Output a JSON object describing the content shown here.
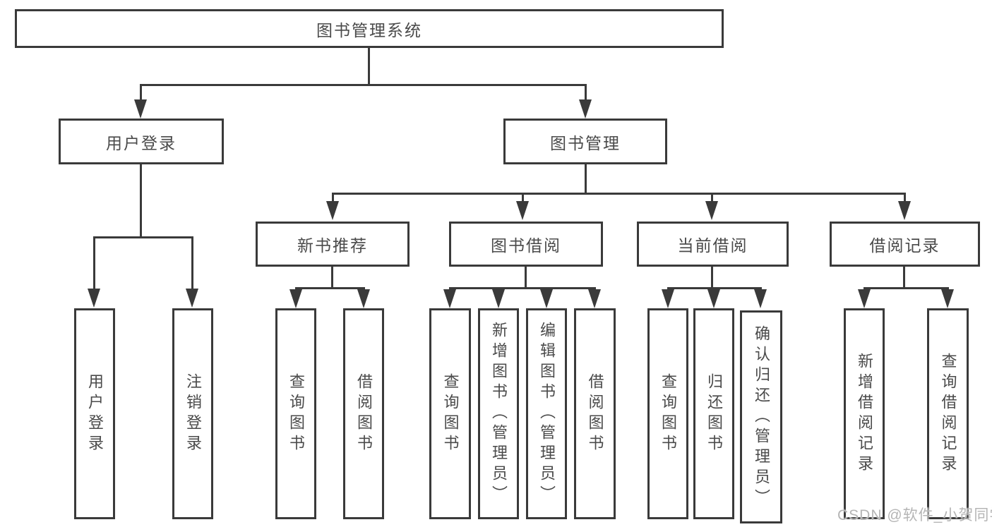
{
  "nodes": {
    "root": {
      "label": "图书管理系统"
    },
    "user_login": {
      "label": "用户登录"
    },
    "book_mgmt": {
      "label": "图书管理"
    },
    "new_book_rec": {
      "label": "新书推荐"
    },
    "book_borrow": {
      "label": "图书借阅"
    },
    "current_borrow": {
      "label": "当前借阅"
    },
    "borrow_records": {
      "label": "借阅记录"
    },
    "leaf_user_login": {
      "label": "用户登录"
    },
    "leaf_logout": {
      "label": "注销登录"
    },
    "leaf_query_book_1": {
      "label": "查询图书"
    },
    "leaf_borrow_book_1": {
      "label": "借阅图书"
    },
    "leaf_query_book_2": {
      "label": "查询图书"
    },
    "leaf_add_book": {
      "label": "新增图书（管理员）"
    },
    "leaf_edit_book": {
      "label": "编辑图书（管理员）"
    },
    "leaf_borrow_book_2": {
      "label": "借阅图书"
    },
    "leaf_query_book_3": {
      "label": "查询图书"
    },
    "leaf_return_book": {
      "label": "归还图书"
    },
    "leaf_confirm_return": {
      "label": "确认归还（管理员）"
    },
    "leaf_add_record": {
      "label": "新增借阅记录"
    },
    "leaf_query_record": {
      "label": "查询借阅记录"
    }
  },
  "watermark": {
    "text": "CSDN @软件_小贺同学"
  },
  "colors": {
    "line": "#3a3a3a",
    "text": "#4a4a4a",
    "watermark": "#b5b5b5",
    "background": "#ffffff"
  }
}
